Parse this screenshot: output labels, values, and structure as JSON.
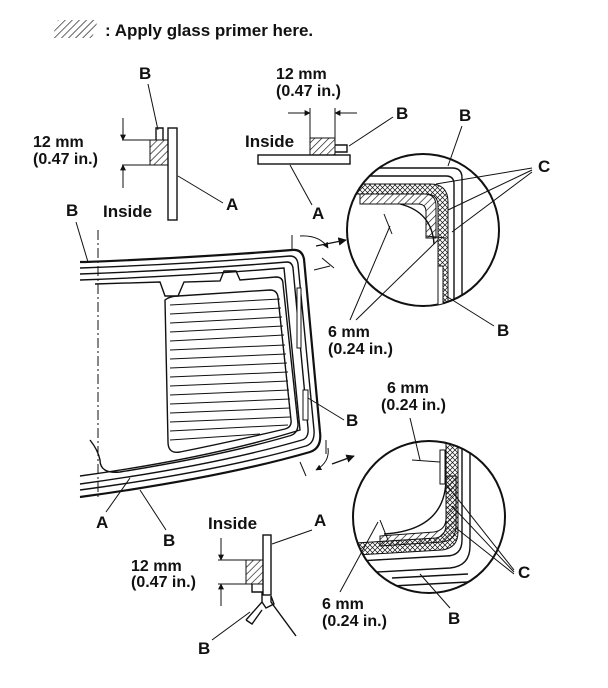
{
  "legend": {
    "text": ": Apply glass primer here."
  },
  "labels": {
    "a": "A",
    "b": "B",
    "c": "C",
    "inside": "Inside"
  },
  "measurements": {
    "m12": "12 mm",
    "m12_in": "(0.47 in.)",
    "m6": "6 mm",
    "m6_in": "(0.24 in.)"
  }
}
